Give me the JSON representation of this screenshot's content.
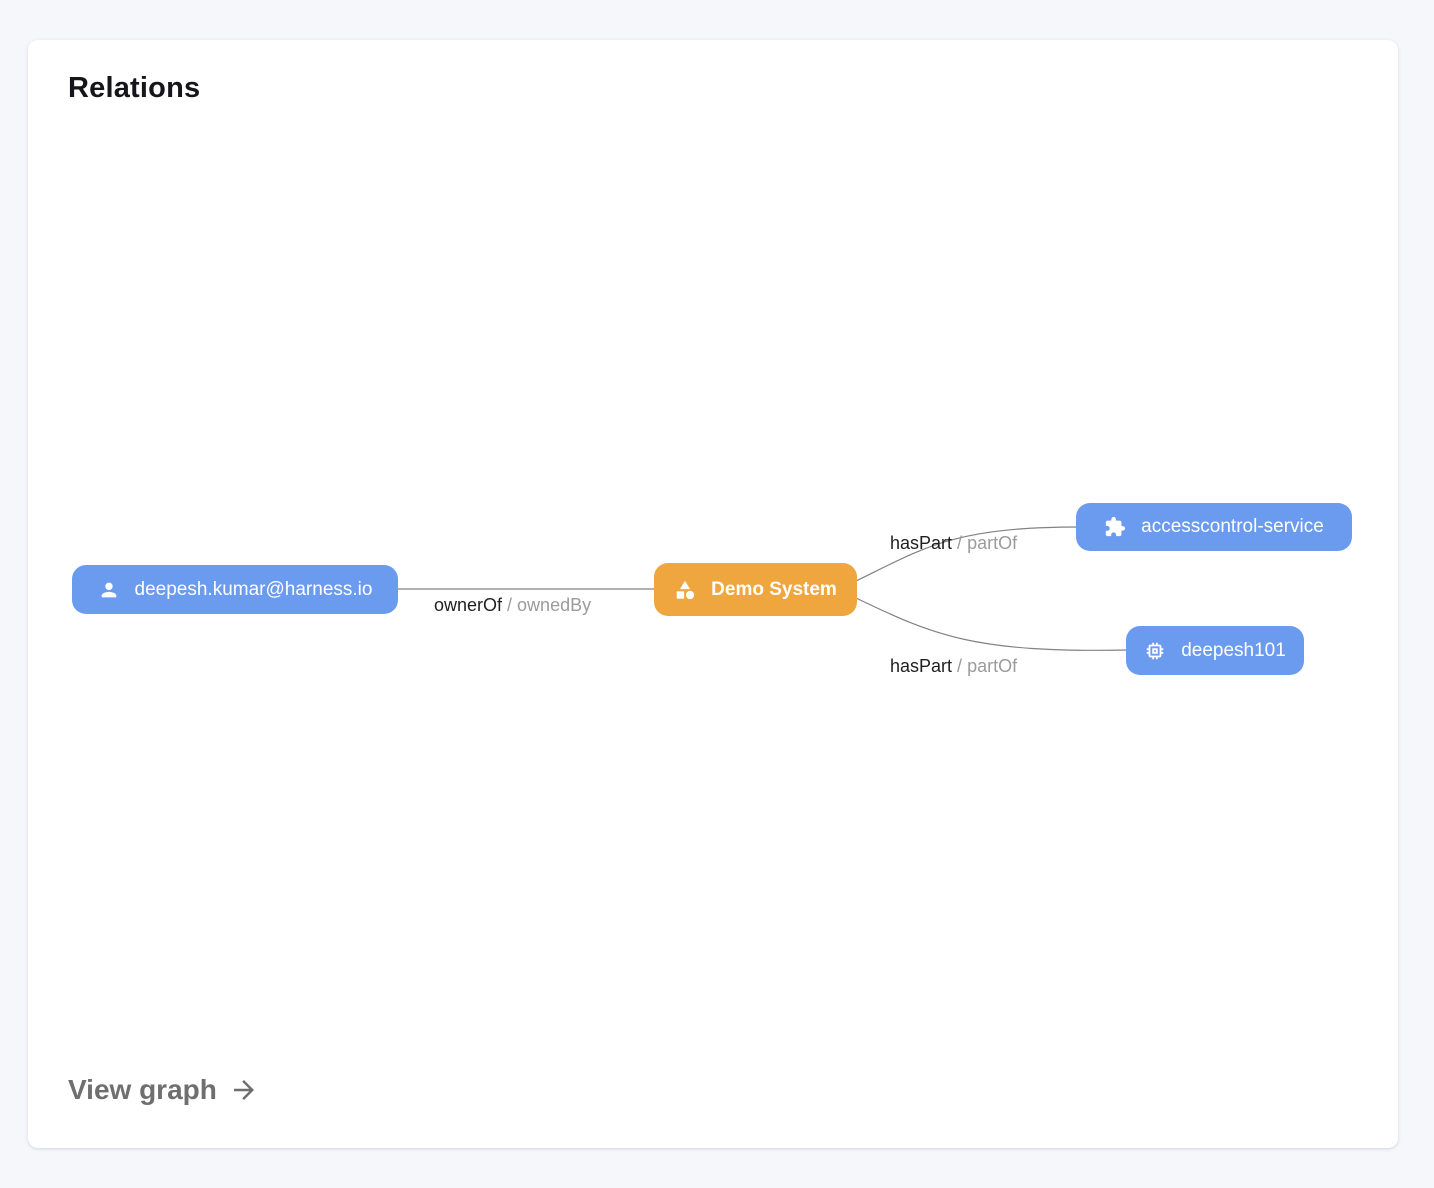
{
  "card": {
    "title": "Relations",
    "footer_link": "View graph"
  },
  "graph": {
    "nodes": [
      {
        "id": "user-deepesh",
        "label": "deepesh.kumar@harness.io",
        "icon": "user-icon",
        "color": "#6a9bef"
      },
      {
        "id": "system-demo",
        "label": "Demo System",
        "icon": "category-icon",
        "color": "#f0a63e"
      },
      {
        "id": "component-accesscontrol",
        "label": "accesscontrol-service",
        "icon": "extension-icon",
        "color": "#6a9bef"
      },
      {
        "id": "api-deepesh101",
        "label": "deepesh101",
        "icon": "memory-icon",
        "color": "#6a9bef"
      }
    ],
    "edges": [
      {
        "from": "user-deepesh",
        "to": "system-demo",
        "forward": "ownerOf",
        "separator": "/",
        "reverse": "ownedBy"
      },
      {
        "from": "system-demo",
        "to": "component-accesscontrol",
        "forward": "hasPart",
        "separator": "/",
        "reverse": "partOf"
      },
      {
        "from": "system-demo",
        "to": "api-deepesh101",
        "forward": "hasPart",
        "separator": "/",
        "reverse": "partOf"
      }
    ]
  },
  "colors": {
    "node_blue": "#6a9bef",
    "node_orange": "#f0a63e",
    "edge_line": "#828282",
    "label_primary": "#1f1f1f",
    "label_secondary": "#9b9b9b",
    "background": "#f6f7fb",
    "card_background": "#ffffff"
  }
}
